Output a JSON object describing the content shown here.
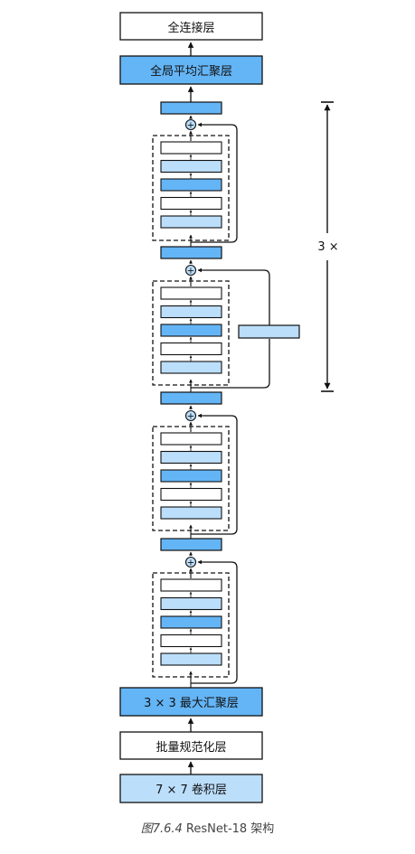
{
  "diagram": {
    "top_fc": "全连接层",
    "global_avg_pool": "全局平均汇聚层",
    "max_pool": "3 × 3 最大汇聚层",
    "batch_norm": "批量规范化层",
    "conv7": "7 × 7 卷积层",
    "repeat": "3 ×",
    "plus": "+"
  },
  "caption": {
    "figure_number": "图7.6.4",
    "title": "ResNet-18 架构"
  },
  "colors": {
    "dark_blue": "#64b5f6",
    "light_blue": "#bbdefb",
    "white": "#ffffff",
    "stroke": "#111111"
  }
}
